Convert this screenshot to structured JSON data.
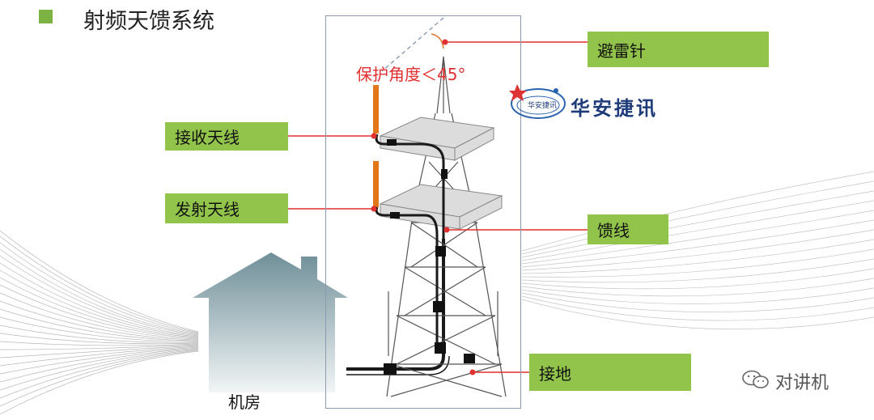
{
  "title": "射频天馈系统",
  "labels": {
    "lightning_rod": "避雷针",
    "rx_antenna": "接收天线",
    "tx_antenna": "发射天线",
    "feeder": "馈线",
    "ground": "接地"
  },
  "protection_angle": "保护角度＜45°",
  "equipment_room": "机房",
  "logo": {
    "text": "华安捷讯",
    "badge_text": "华安捷讯"
  },
  "watermark": "对讲机",
  "colors": {
    "label_bg": "#92c44c",
    "leader_line": "#e03030",
    "title_bullet": "#7cb342"
  }
}
